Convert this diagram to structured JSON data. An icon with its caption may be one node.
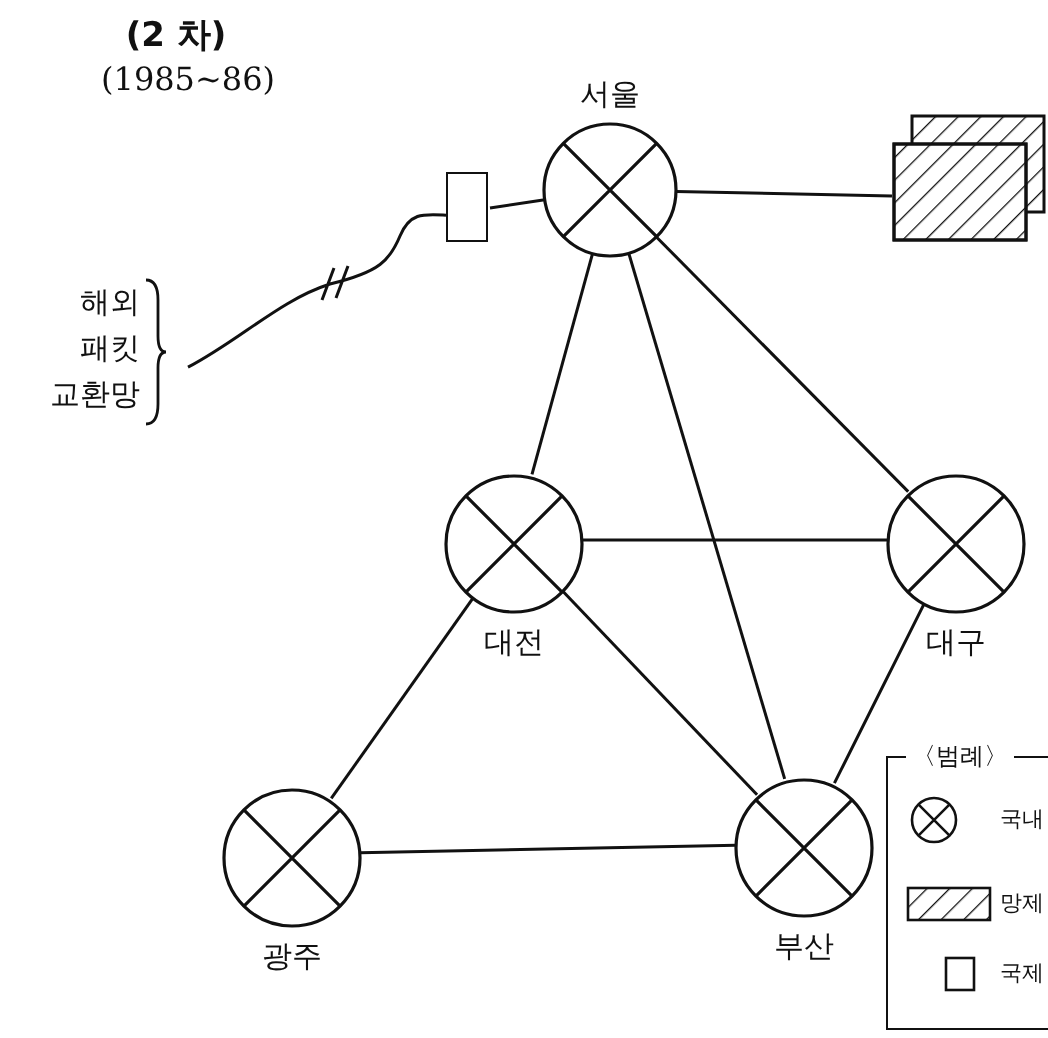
{
  "diagram": {
    "title": "(2 차)",
    "nodes": [
      {
        "text": [
          "서울"
        ]
      },
      {
        "text": [
          "대전"
        ]
      },
      {
        "text": [
          "대구"
        ]
      },
      {
        "text": [
          "광주"
        ]
      },
      {
        "text": [
          "부산"
        ]
      },
      {
        "text": [],
        "shape": "box"
      },
      {
        "text": [],
        "shape": "box"
      },
      {
        "text": [
          "해외 패킷 교환망"
        ]
      }
    ],
    "edges": [
      {
        "from": 0,
        "to": 1,
        "arrow": "none"
      },
      {
        "from": 0,
        "to": 2,
        "arrow": "none"
      },
      {
        "from": 0,
        "to": 4,
        "arrow": "none"
      },
      {
        "from": 1,
        "to": 2,
        "arrow": "none"
      },
      {
        "from": 1,
        "to": 4,
        "arrow": "none"
      },
      {
        "from": 1,
        "to": 3,
        "arrow": "none"
      },
      {
        "from": 3,
        "to": 4,
        "arrow": "none"
      },
      {
        "from": 4,
        "to": 2,
        "arrow": "none"
      },
      {
        "from": 0,
        "to": 6,
        "arrow": "none"
      },
      {
        "from": 5,
        "to": 0,
        "arrow": "none"
      },
      {
        "from": 7,
        "to": 5,
        "arrow": "none"
      }
    ],
    "labels": [
      "(1985~86)",
      "〈범례〉"
    ],
    "legend": [
      {
        "text": "국내"
      },
      {
        "text": "망제"
      },
      {
        "text": "국제"
      }
    ]
  }
}
